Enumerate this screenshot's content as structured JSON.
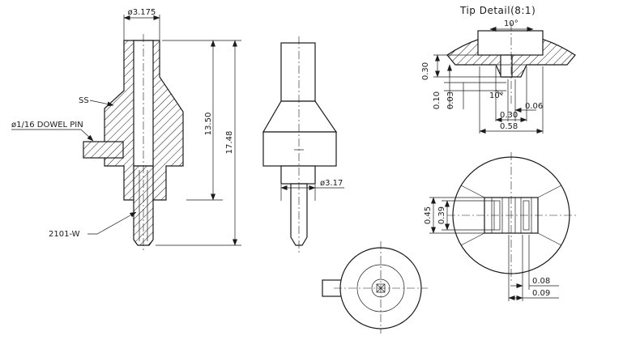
{
  "title": "Tip Detail(8:1)",
  "callouts": {
    "ss": "SS",
    "dowel_pin": "ø1/16 DOWEL PIN",
    "wire": "2101-W"
  },
  "dimensions": {
    "top_diameter": "ø3.175",
    "len_13_50": "13.50",
    "len_17_48": "17.48",
    "pin_diameter": "ø3.17",
    "tip_angle_top": "10°",
    "tip_angle_bottom": "10°",
    "d_0_30_vert": "0.30",
    "d_0_10": "0.10",
    "d_0_03": "0.03",
    "d_0_06": "0.06",
    "d_0_30_horiz": "0.30",
    "d_0_58": "0.58",
    "d_0_45": "0.45",
    "d_0_39": "0.39",
    "d_0_08": "0.08",
    "d_0_09": "0.09"
  }
}
